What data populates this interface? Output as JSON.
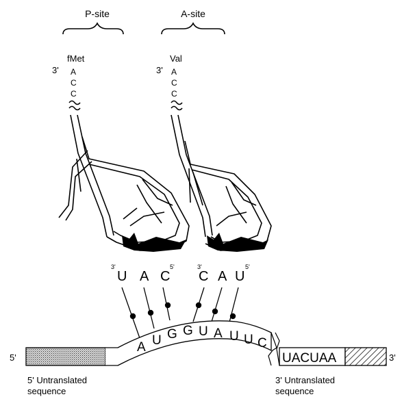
{
  "sites": {
    "p_site": "P-site",
    "a_site": "A-site"
  },
  "trnas": {
    "p": {
      "amino_acid": "fMet",
      "end3": "3'",
      "acceptor": [
        "A",
        "C",
        "C"
      ],
      "anticodon_3prime": "3'",
      "anticodon_5prime": "5'",
      "anticodon": [
        "U",
        "A",
        "C"
      ]
    },
    "a": {
      "amino_acid": "Val",
      "end3": "3'",
      "acceptor": [
        "A",
        "C",
        "C"
      ],
      "anticodon_3prime": "3'",
      "anticodon_5prime": "5'",
      "anticodon": [
        "C",
        "A",
        "U"
      ]
    }
  },
  "mrna": {
    "end5": "5'",
    "end3": "3'",
    "coding": [
      "A",
      "U",
      "G",
      "G",
      "U",
      "A",
      "U",
      "U",
      "C"
    ],
    "stop_region": "UACUAA",
    "utr5_label": [
      "5' Untranslated",
      "sequence"
    ],
    "utr3_label": [
      "3' Untranslated",
      "sequence"
    ]
  }
}
